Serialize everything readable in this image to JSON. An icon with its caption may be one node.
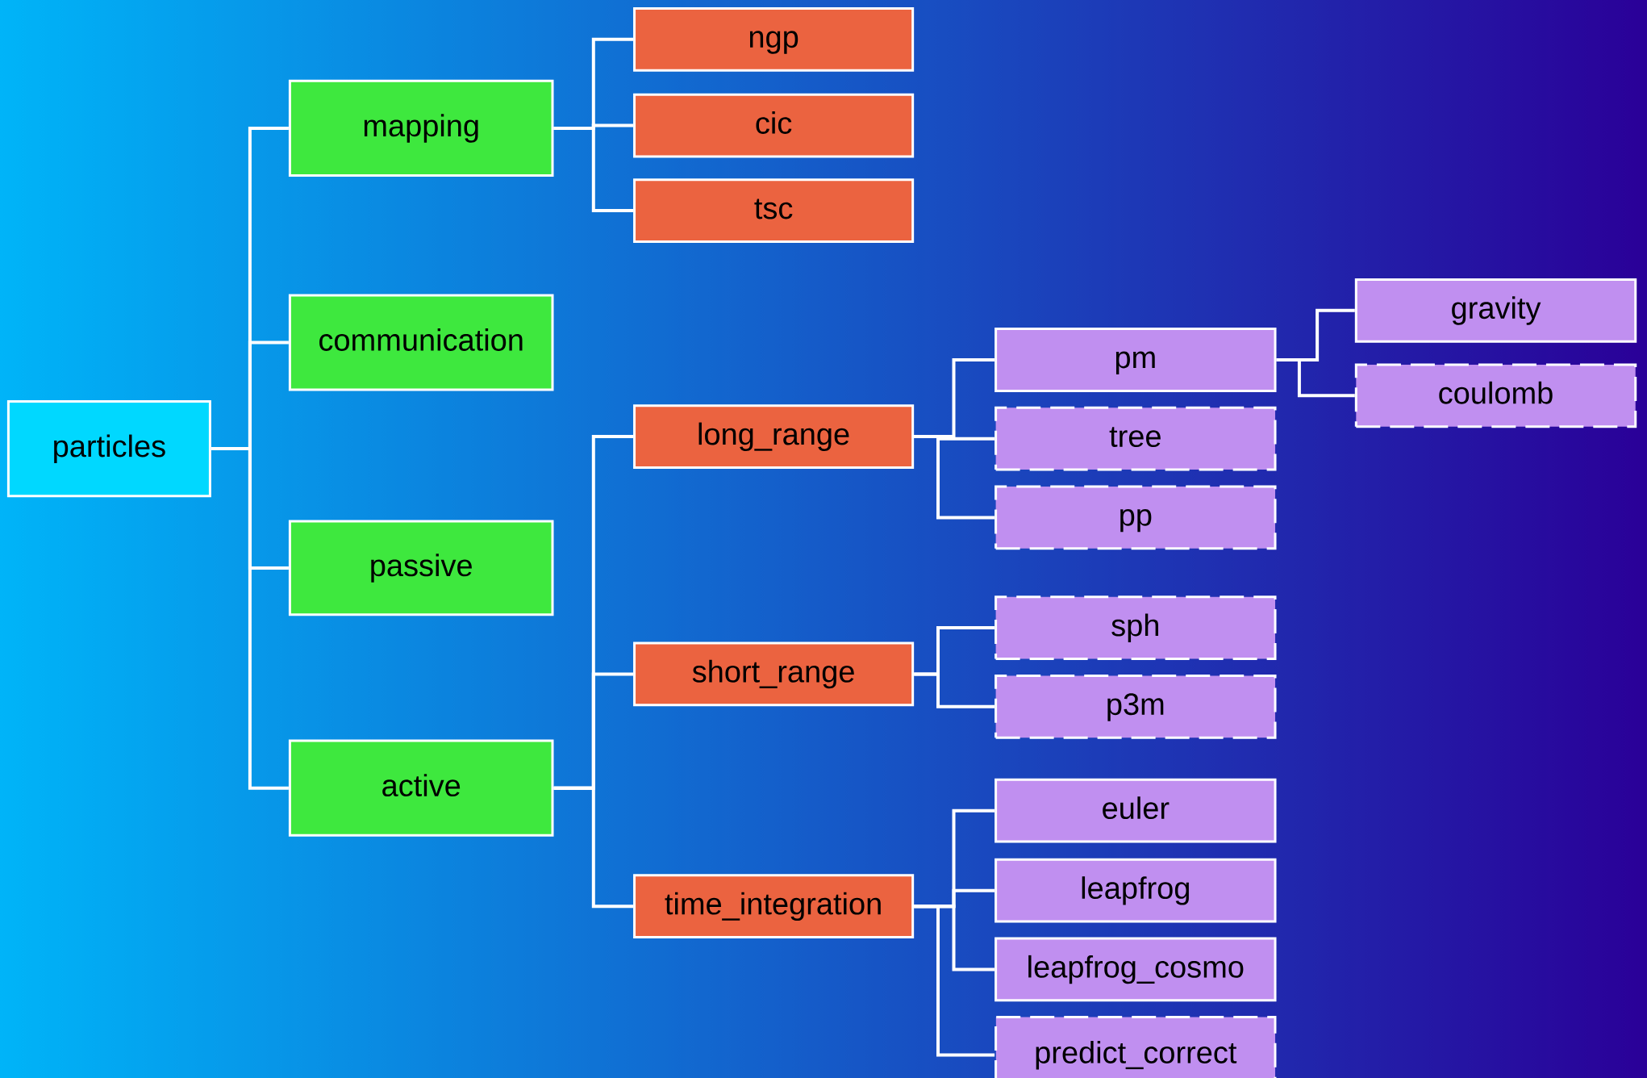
{
  "diagram": {
    "nodes": [
      {
        "text": [
          "particles"
        ]
      },
      {
        "text": [
          "mapping"
        ]
      },
      {
        "text": [
          "communication"
        ]
      },
      {
        "text": [
          "passive"
        ]
      },
      {
        "text": [
          "active"
        ]
      },
      {
        "text": [
          "ngp"
        ]
      },
      {
        "text": [
          "cic"
        ]
      },
      {
        "text": [
          "tsc"
        ]
      },
      {
        "text": [
          "long_range"
        ]
      },
      {
        "text": [
          "short_range"
        ]
      },
      {
        "text": [
          "time_integration"
        ]
      },
      {
        "text": [
          "pm"
        ]
      },
      {
        "text": [
          "tree"
        ]
      },
      {
        "text": [
          "pp"
        ]
      },
      {
        "text": [
          "gravity"
        ]
      },
      {
        "text": [
          "coulomb"
        ]
      },
      {
        "text": [
          "sph"
        ]
      },
      {
        "text": [
          "p3m"
        ]
      },
      {
        "text": [
          "euler"
        ]
      },
      {
        "text": [
          "leapfrog"
        ]
      },
      {
        "text": [
          "leapfrog_cosmo"
        ]
      },
      {
        "text": [
          "predict_correct"
        ]
      }
    ],
    "edges": [
      {
        "from": 0,
        "to": 1,
        "arrow": "none"
      },
      {
        "from": 0,
        "to": 2,
        "arrow": "none"
      },
      {
        "from": 0,
        "to": 3,
        "arrow": "none"
      },
      {
        "from": 0,
        "to": 4,
        "arrow": "none"
      },
      {
        "from": 1,
        "to": 5,
        "arrow": "none"
      },
      {
        "from": 1,
        "to": 6,
        "arrow": "none"
      },
      {
        "from": 1,
        "to": 7,
        "arrow": "none"
      },
      {
        "from": 4,
        "to": 8,
        "arrow": "none"
      },
      {
        "from": 4,
        "to": 9,
        "arrow": "none"
      },
      {
        "from": 4,
        "to": 10,
        "arrow": "none"
      },
      {
        "from": 8,
        "to": 11,
        "arrow": "none"
      },
      {
        "from": 8,
        "to": 12,
        "arrow": "none"
      },
      {
        "from": 8,
        "to": 13,
        "arrow": "none"
      },
      {
        "from": 11,
        "to": 14,
        "arrow": "none"
      },
      {
        "from": 11,
        "to": 15,
        "arrow": "none"
      },
      {
        "from": 9,
        "to": 16,
        "arrow": "none"
      },
      {
        "from": 9,
        "to": 17,
        "arrow": "none"
      },
      {
        "from": 10,
        "to": 18,
        "arrow": "none"
      },
      {
        "from": 10,
        "to": 19,
        "arrow": "none"
      },
      {
        "from": 10,
        "to": 20,
        "arrow": "none"
      },
      {
        "from": 10,
        "to": 21,
        "arrow": "none"
      }
    ]
  }
}
